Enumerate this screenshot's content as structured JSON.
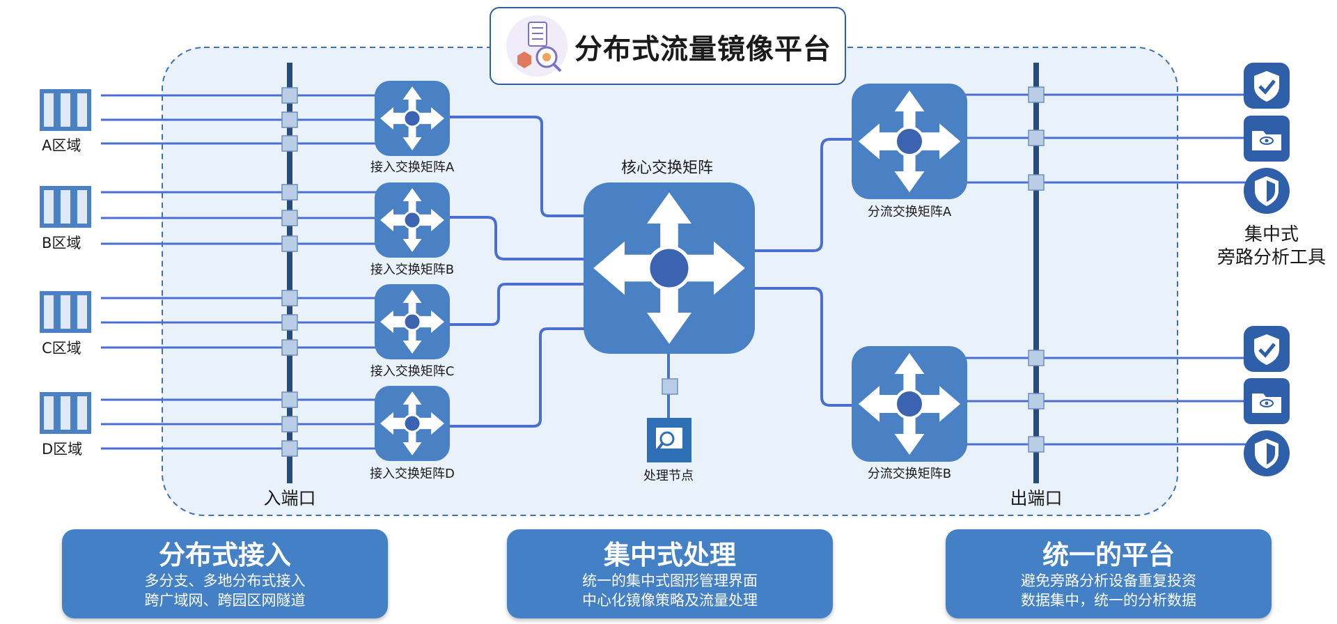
{
  "title": "分布式流量镜像平台",
  "colors": {
    "accent": "#4a80c4",
    "line": "#4a6fd1",
    "port": "#b9cde6",
    "frame_bg": "#e8f0fa"
  },
  "regions": [
    {
      "label": "A区域"
    },
    {
      "label": "B区域"
    },
    {
      "label": "C区域"
    },
    {
      "label": "D区域"
    }
  ],
  "ingress_label": "入端口",
  "egress_label": "出端口",
  "access_switches": [
    {
      "label": "接入交换矩阵A"
    },
    {
      "label": "接入交换矩阵B"
    },
    {
      "label": "接入交换矩阵C"
    },
    {
      "label": "接入交换矩阵D"
    }
  ],
  "core_switch": {
    "label": "核心交换矩阵"
  },
  "processing_node": {
    "label": "处理节点"
  },
  "split_switches": [
    {
      "label": "分流交换矩阵A"
    },
    {
      "label": "分流交换矩阵B"
    }
  ],
  "tools_label_line1": "集中式",
  "tools_label_line2": "旁路分析工具",
  "tool_icons": [
    "shield-check-icon",
    "app-folder-icon",
    "shield-icon",
    "shield-check-icon",
    "app-folder-icon",
    "shield-icon"
  ],
  "cards": [
    {
      "title": "分布式接入",
      "lines": [
        "多分支、多地分布式接入",
        "跨广域网、跨园区网隧道"
      ]
    },
    {
      "title": "集中式处理",
      "lines": [
        "统一的集中式图形管理界面",
        "中心化镜像策略及流量处理"
      ]
    },
    {
      "title": "统一的平台",
      "lines": [
        "避免旁路分析设备重复投资",
        "数据集中，统一的分析数据"
      ]
    }
  ]
}
